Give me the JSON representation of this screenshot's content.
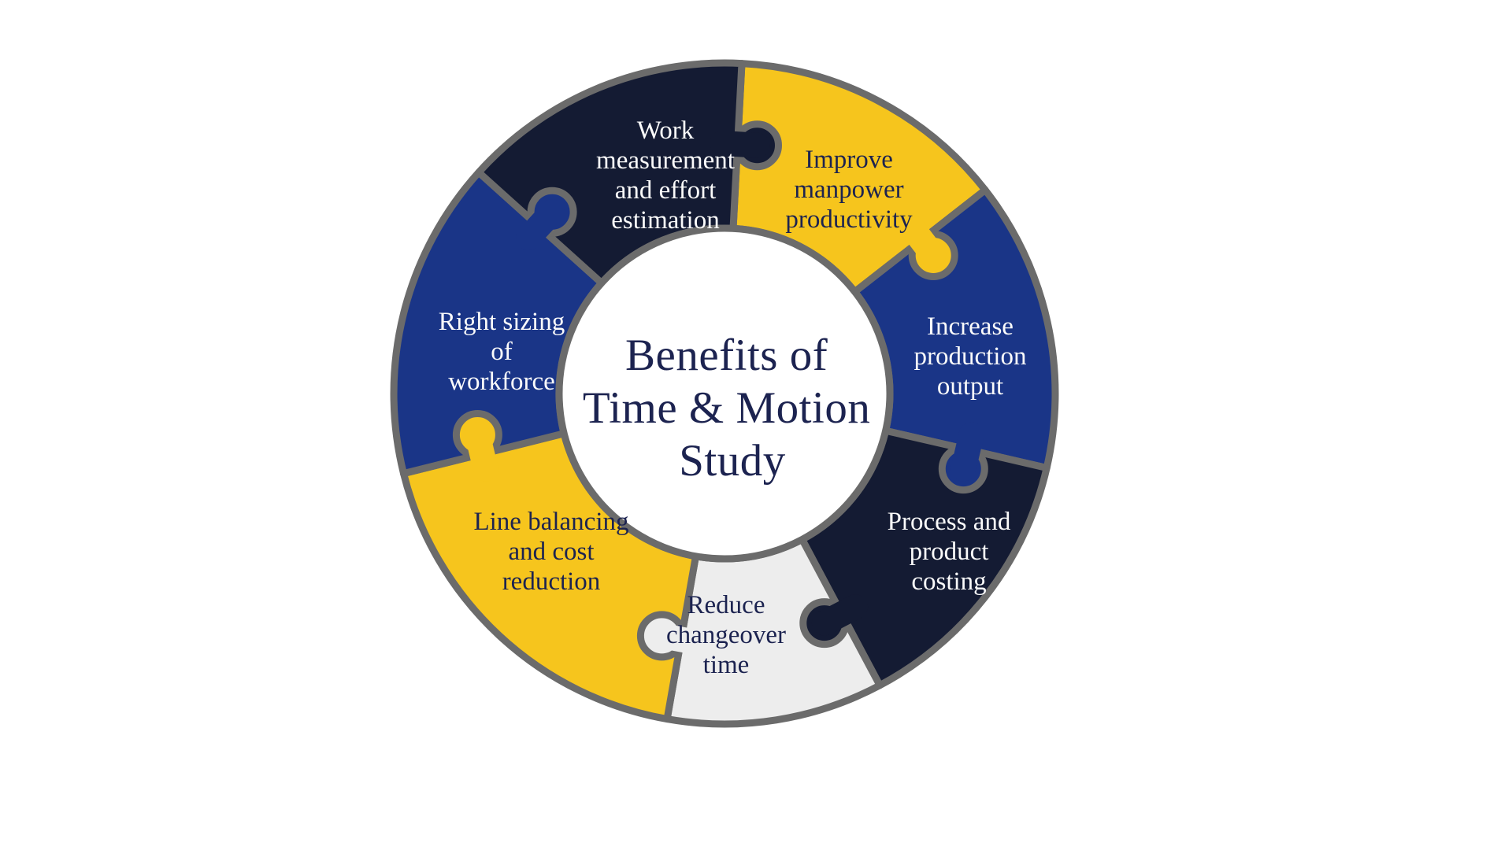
{
  "diagram": {
    "title": "Benefits of Time & Motion Study",
    "title_lines": [
      "Benefits of",
      "Time & Motion",
      "Study"
    ],
    "colors": {
      "navy_dark": "#141b33",
      "gold": "#f6c51d",
      "blue": "#1a3587",
      "light_gray": "#ededed",
      "border_gray": "#6b6b6b",
      "text_navy": "#1c2350",
      "text_white": "#fbfbfb",
      "background": "#ffffff"
    },
    "segments": [
      {
        "id": "improve-manpower-productivity",
        "label": "Improve manpower productivity",
        "lines": [
          "Improve",
          "manpower",
          "productivity"
        ],
        "fill": "gold",
        "text_color": "text_navy"
      },
      {
        "id": "increase-production-output",
        "label": "Increase production output",
        "lines": [
          "Increase",
          "production",
          "output"
        ],
        "fill": "blue",
        "text_color": "text_white"
      },
      {
        "id": "process-and-product-costing",
        "label": "Process and product costing",
        "lines": [
          "Process and",
          "product",
          "costing"
        ],
        "fill": "navy_dark",
        "text_color": "text_white"
      },
      {
        "id": "reduce-changeover-time",
        "label": "Reduce changeover time",
        "lines": [
          "Reduce",
          "changeover",
          "time"
        ],
        "fill": "light_gray",
        "text_color": "text_navy"
      },
      {
        "id": "line-balancing-and-cost-reduction",
        "label": "Line balancing and cost reduction",
        "lines": [
          "Line balancing",
          "and cost",
          "reduction"
        ],
        "fill": "gold",
        "text_color": "text_navy"
      },
      {
        "id": "right-sizing-of-workforce",
        "label": "Right sizing of workforce",
        "lines": [
          "Right sizing",
          "of",
          "workforce"
        ],
        "fill": "blue",
        "text_color": "text_white"
      },
      {
        "id": "work-measurement-and-effort-estimation",
        "label": "Work measurement and effort estimation",
        "lines": [
          "Work",
          "measurement",
          "and effort",
          "estimation"
        ],
        "fill": "navy_dark",
        "text_color": "text_white"
      }
    ]
  }
}
